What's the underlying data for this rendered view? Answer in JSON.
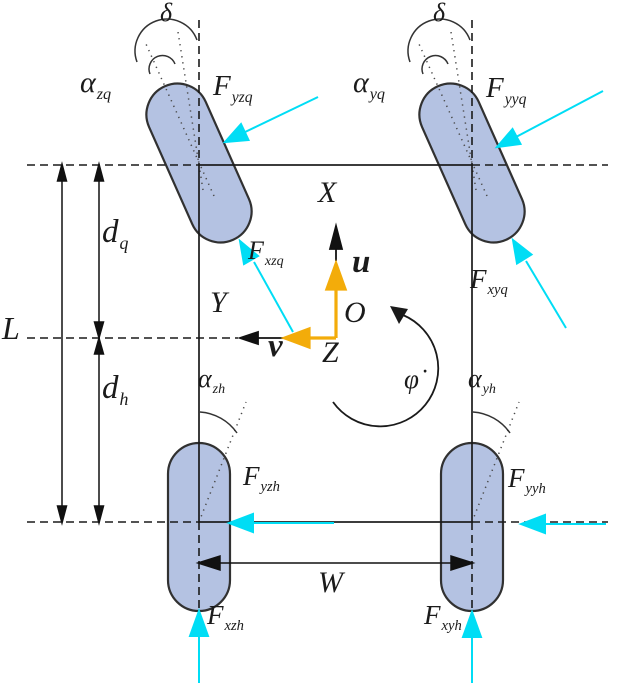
{
  "figure_title": "Four-wheel vehicle planar dynamics diagram",
  "colors": {
    "wheel_fill": "#b4c2e2",
    "wheel_outline": "#313131",
    "line": "#1a1a1a",
    "force_arrow_cyan": "#00ddf5",
    "velocity_arrow_orange": "#f3ac0a"
  },
  "labels": {
    "delta_front_left": {
      "text": "δ"
    },
    "delta_front_right": {
      "text": "δ"
    },
    "alpha_zq": {
      "main": "α",
      "sub": "zq"
    },
    "alpha_yq": {
      "main": "α",
      "sub": "yq"
    },
    "alpha_zh": {
      "main": "α",
      "sub": "zh"
    },
    "alpha_yh": {
      "main": "α",
      "sub": "yh"
    },
    "f_yzq": {
      "main": "F",
      "sub": "yzq"
    },
    "f_yyq": {
      "main": "F",
      "sub": "yyq"
    },
    "f_xzq": {
      "main": "F",
      "sub": "xzq"
    },
    "f_xyq": {
      "main": "F",
      "sub": "xyq"
    },
    "f_yzh": {
      "main": "F",
      "sub": "yzh"
    },
    "f_yyh": {
      "main": "F",
      "sub": "yyh"
    },
    "f_xzh": {
      "main": "F",
      "sub": "xzh"
    },
    "f_xyh": {
      "main": "F",
      "sub": "xyh"
    },
    "axis_x": {
      "text": "X"
    },
    "axis_y": {
      "text": "Y"
    },
    "axis_z": {
      "text": "Z"
    },
    "origin": {
      "text": "O"
    },
    "velocity_u": {
      "text": "u"
    },
    "velocity_v": {
      "text": "v"
    },
    "yaw_rate": {
      "text": "φ̇"
    },
    "dim_length": {
      "text": "L"
    },
    "dim_front": {
      "main": "d",
      "sub": "q"
    },
    "dim_rear": {
      "main": "d",
      "sub": "h"
    },
    "dim_track": {
      "text": "W"
    }
  }
}
